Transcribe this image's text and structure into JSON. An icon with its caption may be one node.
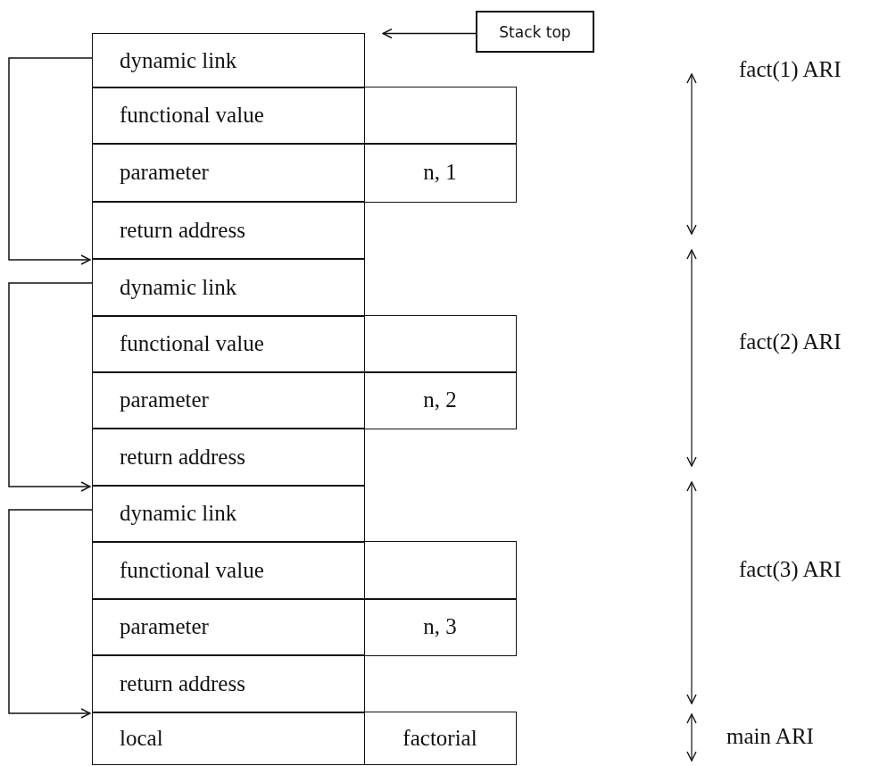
{
  "diagram": {
    "nodes": [
      {
        "text": [
          "Stack top"
        ]
      },
      {
        "text": [
          "dynamic link"
        ]
      },
      {
        "text": [
          "functional value"
        ]
      },
      {
        "text": [],
        "shape": "box"
      },
      {
        "text": [
          "parameter"
        ]
      },
      {
        "text": [
          "n, 1"
        ]
      },
      {
        "text": [
          "return address"
        ]
      },
      {
        "text": [
          "dynamic link"
        ]
      },
      {
        "text": [
          "functional value"
        ]
      },
      {
        "text": [],
        "shape": "box"
      },
      {
        "text": [
          "parameter"
        ]
      },
      {
        "text": [
          "n, 2"
        ]
      },
      {
        "text": [
          "return address"
        ]
      },
      {
        "text": [
          "dynamic link"
        ]
      },
      {
        "text": [
          "functional value"
        ]
      },
      {
        "text": [],
        "shape": "box"
      },
      {
        "text": [
          "parameter"
        ]
      },
      {
        "text": [
          "n, 3"
        ]
      },
      {
        "text": [
          "return address"
        ]
      },
      {
        "text": [
          "local"
        ]
      },
      {
        "text": [
          "factorial"
        ]
      }
    ],
    "edges": [
      {
        "from": 0,
        "to": 1,
        "arrow": "to"
      },
      {
        "from": 1,
        "to": 7,
        "arrow": "to"
      },
      {
        "from": 7,
        "to": 13,
        "arrow": "to"
      },
      {
        "from": 13,
        "to": 19,
        "arrow": "to"
      }
    ],
    "labels": [
      "fact(1) ARI",
      "fact(2) ARI",
      "fact(3) ARI",
      "main ARI"
    ]
  }
}
